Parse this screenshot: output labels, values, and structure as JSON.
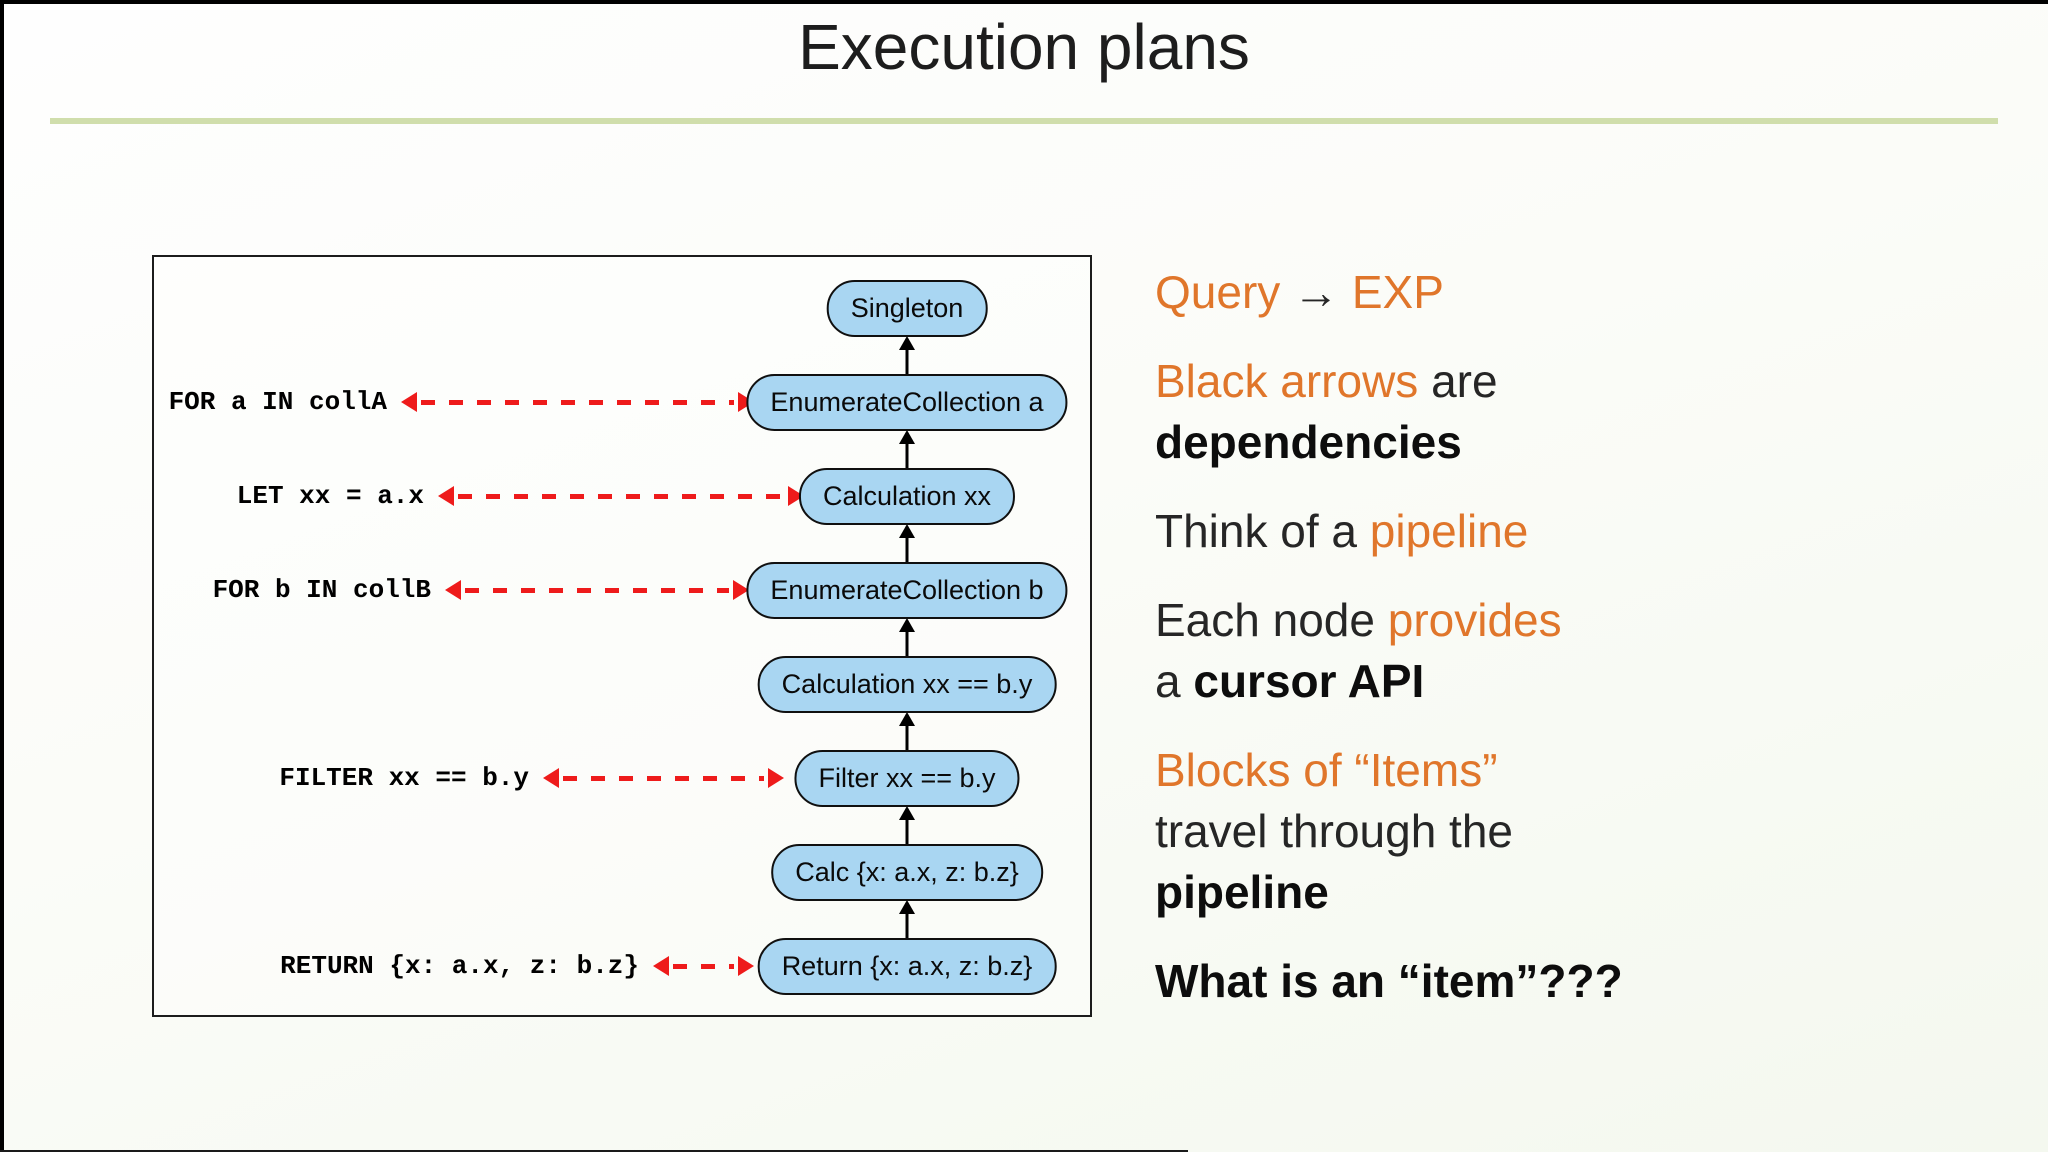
{
  "title": "Execution plans",
  "colors": {
    "accent_orange": "#e0762b",
    "node_fill": "#a9d6f2",
    "node_border": "#101010",
    "dependency_arrow_black": "#000000",
    "mapping_arrow_red": "#ee1b1b",
    "title_rule_green": "#d0deac",
    "background": "#f4f8ef"
  },
  "diagram": {
    "nodes": [
      {
        "label": "Singleton"
      },
      {
        "label": "EnumerateCollection a",
        "code": "FOR a IN collA"
      },
      {
        "label": "Calculation xx",
        "code": "LET xx = a.x"
      },
      {
        "label": "EnumerateCollection b",
        "code": "FOR b IN collB"
      },
      {
        "label": "Calculation xx == b.y"
      },
      {
        "label": "Filter xx == b.y",
        "code": "FILTER xx == b.y"
      },
      {
        "label": "Calc {x: a.x, z: b.z}"
      },
      {
        "label": "Return {x: a.x, z: b.z}",
        "code": "RETURN {x: a.x, z: b.z}"
      }
    ]
  },
  "notes": [
    {
      "lines": [
        {
          "segments": [
            {
              "text": "Query ",
              "style": "accent"
            },
            {
              "text": "→",
              "style": "plain"
            },
            {
              "text": " EXP",
              "style": "accent"
            }
          ]
        }
      ]
    },
    {
      "lines": [
        {
          "segments": [
            {
              "text": "Black arrows",
              "style": "accent"
            },
            {
              "text": " are",
              "style": "plain"
            }
          ]
        },
        {
          "segments": [
            {
              "text": "dependencies",
              "style": "bold"
            }
          ]
        }
      ]
    },
    {
      "lines": [
        {
          "segments": [
            {
              "text": "Think of a ",
              "style": "plain"
            },
            {
              "text": "pipeline",
              "style": "accent"
            }
          ]
        }
      ]
    },
    {
      "lines": [
        {
          "segments": [
            {
              "text": "Each node ",
              "style": "plain"
            },
            {
              "text": "provides",
              "style": "accent"
            }
          ]
        },
        {
          "segments": [
            {
              "text": "a ",
              "style": "plain"
            },
            {
              "text": "cursor API",
              "style": "bold"
            }
          ]
        }
      ]
    },
    {
      "lines": [
        {
          "segments": [
            {
              "text": "Blocks of “Items”",
              "style": "accent"
            }
          ]
        },
        {
          "segments": [
            {
              "text": "travel through the",
              "style": "plain"
            }
          ]
        },
        {
          "segments": [
            {
              "text": "pipeline",
              "style": "bold"
            }
          ]
        }
      ]
    },
    {
      "lines": [
        {
          "segments": [
            {
              "text": "What is an “item”???",
              "style": "bold"
            }
          ]
        }
      ]
    }
  ]
}
